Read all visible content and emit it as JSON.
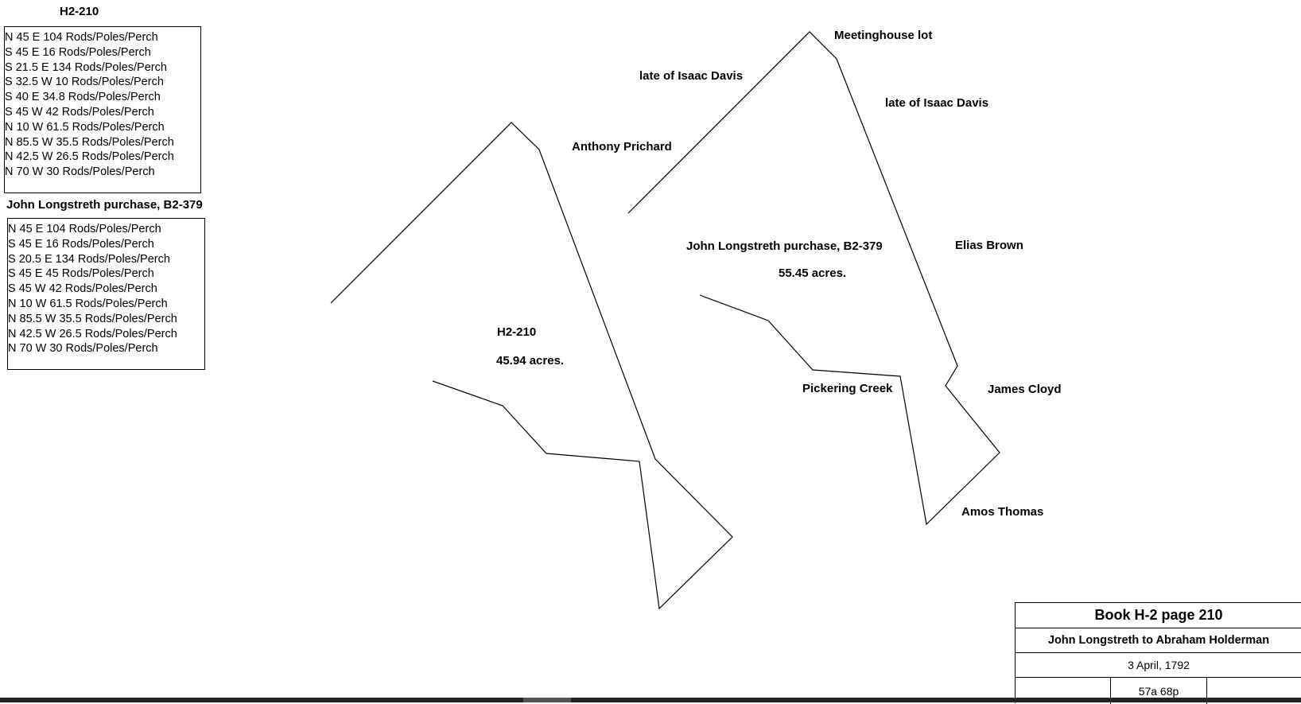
{
  "left_panel": {
    "h2_title": "H2-210",
    "h2_courses": [
      "N 45 E 104 Rods/Poles/Perch",
      "S 45 E 16 Rods/Poles/Perch",
      "S 21.5 E 134 Rods/Poles/Perch",
      "S 32.5 W 10 Rods/Poles/Perch",
      "S 40 E 34.8 Rods/Poles/Perch",
      "S 45 W 42 Rods/Poles/Perch",
      "N 10 W 61.5 Rods/Poles/Perch",
      "N 85.5 W 35.5 Rods/Poles/Perch",
      "N 42.5 W 26.5 Rods/Poles/Perch",
      "N 70 W 30 Rods/Poles/Perch"
    ],
    "b2_title": "John Longstreth purchase, B2-379",
    "b2_courses": [
      "N 45 E 104 Rods/Poles/Perch",
      "S 45 E 16 Rods/Poles/Perch",
      "S 20.5 E 134 Rods/Poles/Perch",
      "S 45 E 45 Rods/Poles/Perch",
      "S 45 W 42 Rods/Poles/Perch",
      "N 10 W 61.5 Rods/Poles/Perch",
      "N 85.5 W 35.5 Rods/Poles/Perch",
      "N 42.5 W 26.5 Rods/Poles/Perch",
      "N 70 W 30 Rods/Poles/Perch"
    ]
  },
  "plat_labels": {
    "meetinghouse": "Meetinghouse lot",
    "isaac_davis_1": "late of Isaac Davis",
    "isaac_davis_2": "late of Isaac Davis",
    "anthony_prichard": "Anthony Prichard",
    "b2_tract_name": "John Longstreth purchase, B2-379",
    "b2_tract_area": "55.45 acres.",
    "elias_brown": "Elias Brown",
    "h2_tract_name": "H2-210",
    "h2_tract_area": "45.94 acres.",
    "pickering_creek": "Pickering Creek",
    "james_cloyd": "James Cloyd",
    "amos_thomas": "Amos Thomas"
  },
  "title_block": {
    "book": "Book H-2 page 210",
    "parties": "John Longstreth to Abraham Holderman",
    "date": "3 April, 1792",
    "cell_left": "",
    "area": "57a 68p",
    "cell_right": ""
  },
  "colors": {
    "line": "#000000",
    "background": "#ffffff"
  }
}
